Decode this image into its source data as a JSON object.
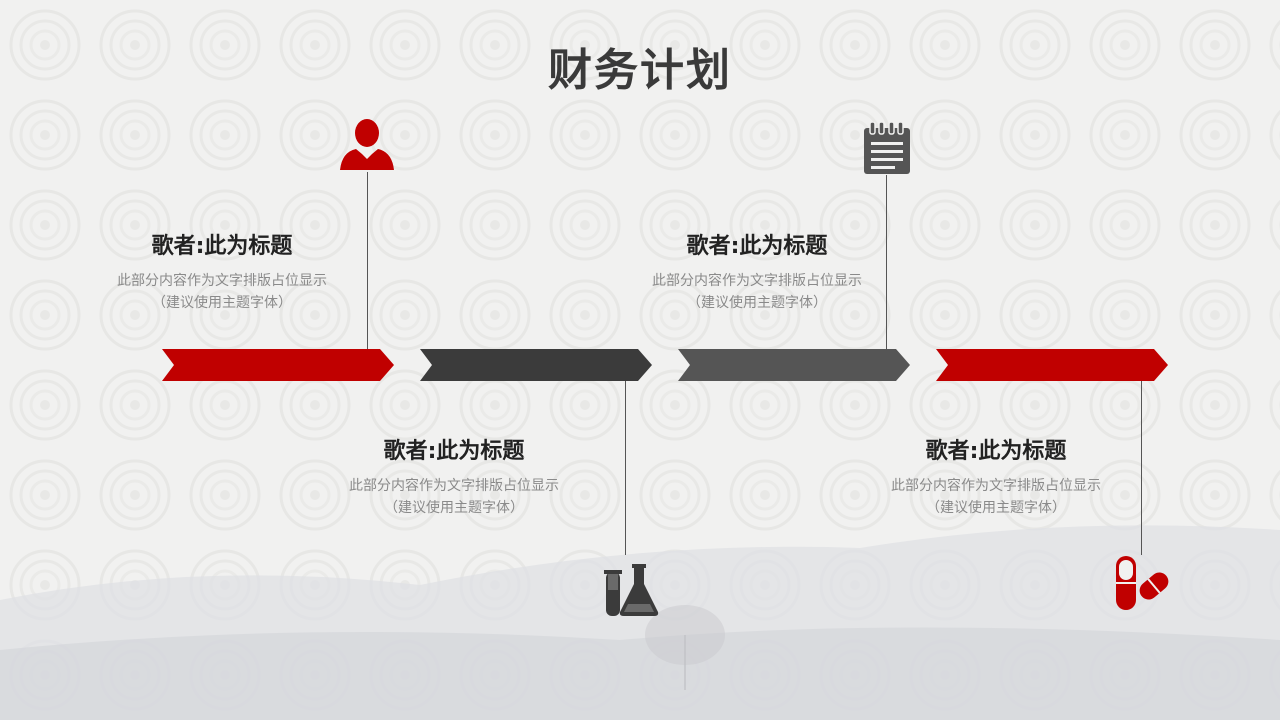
{
  "slide": {
    "title": "财务计划",
    "steps": [
      {
        "heading": "歌者:此为标题",
        "line1": "此部分内容作为文字排版占位显示",
        "line2": "（建议使用主题字体）",
        "icon": "person-icon",
        "color": "#c00000"
      },
      {
        "heading": "歌者:此为标题",
        "line1": "此部分内容作为文字排版占位显示",
        "line2": "（建议使用主题字体）",
        "icon": "lab-flask-icon",
        "color": "#3b3b3b"
      },
      {
        "heading": "歌者:此为标题",
        "line1": "此部分内容作为文字排版占位显示",
        "line2": "（建议使用主题字体）",
        "icon": "notepad-icon",
        "color": "#555555"
      },
      {
        "heading": "歌者:此为标题",
        "line1": "此部分内容作为文字排版占位显示",
        "line2": "（建议使用主题字体）",
        "icon": "pill-icon",
        "color": "#c00000"
      }
    ]
  }
}
